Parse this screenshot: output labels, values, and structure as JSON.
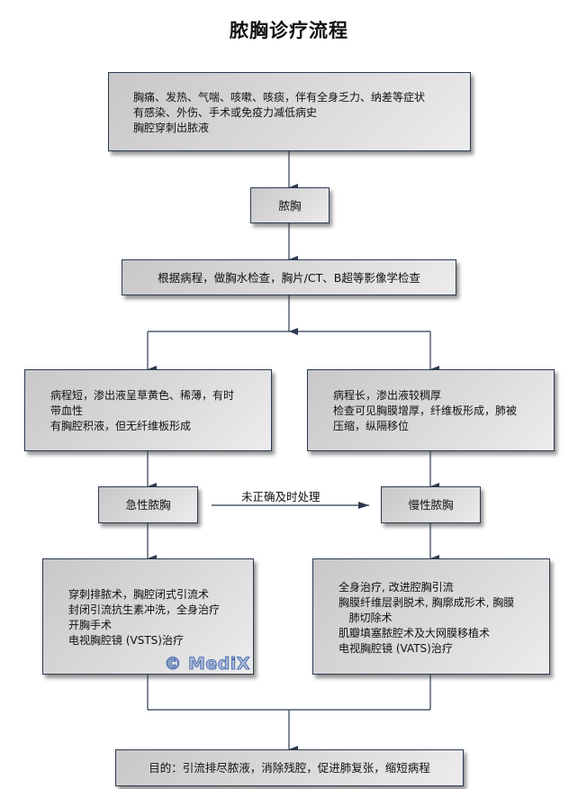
{
  "title": "脓胸诊疗流程",
  "nodes": {
    "symptoms": {
      "lines": [
        "胸痛、发热、气喘、咳嗽、咳痰，伴有全身乏力、纳差等症状",
        "有感染、外伤、手术或免疫力减低病史",
        "胸腔穿刺出脓液"
      ]
    },
    "empyema": {
      "label": "脓胸"
    },
    "exam": {
      "label": "根据病程，做胸水检查，胸片/CT、B超等影像学检查"
    },
    "acute_features": {
      "lines": [
        "病程短，渗出液呈草黄色、稀薄，有时",
        "带血性",
        "有胸腔积液，但无纤维板形成"
      ]
    },
    "chronic_features": {
      "lines": [
        "病程长，渗出液较稠厚",
        "检查可见胸膜增厚，纤维板形成，肺被",
        "压缩，纵隔移位"
      ]
    },
    "acute": {
      "label": "急性脓胸"
    },
    "chronic": {
      "label": "慢性脓胸"
    },
    "acute_treatment": {
      "lines": [
        "穿刺排脓术，胸腔闭式引流术",
        "封闭引流抗生素冲洗，全身治疗",
        "开胸手术",
        "电视胸腔镜 (VSTS)治疗"
      ]
    },
    "chronic_treatment": {
      "lines": [
        "全身治疗, 改进腔胸引流",
        "胸膜纤维层剥脱术, 胸廓成形术, 胸膜",
        "   肺切除术",
        "肌瓣填塞脓腔术及大网膜移植术",
        "电视胸腔镜 (VATS)治疗"
      ]
    },
    "goal": {
      "label": "目的：引流排尽脓液，消除残腔，促进肺复张，缩短病程"
    }
  },
  "edge_label": "未正确及时处理",
  "watermark": "© MediX",
  "colors": {
    "line": "#2b3a4e",
    "box_border": "#2b3a4e",
    "box_fill_dark": "#c8c8c8",
    "box_fill_light": "#ececec",
    "watermark": "#3a5fa8"
  }
}
